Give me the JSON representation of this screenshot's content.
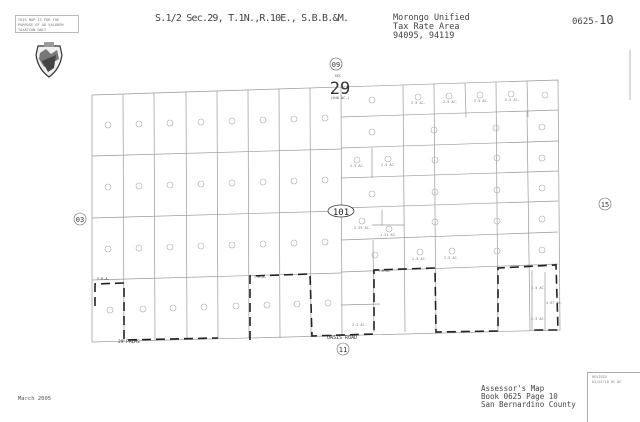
{
  "disclaimer": "THIS MAP IS FOR THE PURPOSE OF AD VALOREM TAXATION ONLY",
  "title": "S.1/2 Sec.29, T.1N.,R.10E., S.B.B.&M.",
  "district": "Morongo Unified\nTax Rate Area\n94095, 94119",
  "map_number": {
    "book": "0625-",
    "page": "10"
  },
  "section": {
    "adjacent_top": "09",
    "label": "SEC.",
    "number": "29",
    "area": "(640 AC.)"
  },
  "adjacent_pages": {
    "left": "03",
    "right": "15",
    "bottom": "11",
    "center_badge": "101"
  },
  "acreage_labels": [
    "2.5 AC.",
    "2.5 AC.",
    "2.5 AC.",
    "2.5 AC.",
    "2.5 AC.",
    "2.5 AC.",
    "2.29 AC.",
    "1.21 AC.",
    "2.5 AC.",
    "2.5 AC.",
    "2.5 AC.",
    "2.5 AC.",
    "4.67 AC.",
    "2.5 AC."
  ],
  "roads": {
    "bottom_center": "OASIS ROAD",
    "bottom_left": "29 PALMS",
    "tra": "T.R.A."
  },
  "seal": "San Bernardino County seal",
  "date": "March 2005",
  "footer": "Assessor's Map\nBook 0625 Page 10\nSan Bernardino County",
  "revised": "REVISED\n04/01/10 RC-NC"
}
